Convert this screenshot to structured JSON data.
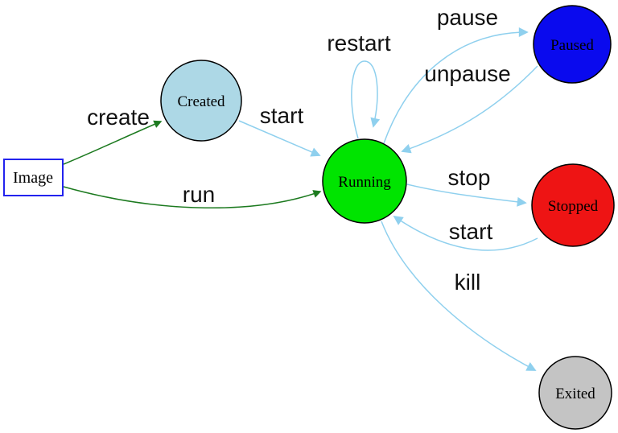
{
  "colors": {
    "background": "#ffffff",
    "edge_blue": "#8fd0ee",
    "edge_green": "#1c7a1f",
    "image_border": "#2323ee",
    "created_fill": "#add8e6",
    "running_fill": "#00e400",
    "paused_fill": "#0a0aee",
    "stopped_fill": "#ee1414",
    "exited_fill": "#c4c4c4",
    "node_border": "#000000"
  },
  "nodes": {
    "image": {
      "label": "Image"
    },
    "created": {
      "label": "Created"
    },
    "running": {
      "label": "Running"
    },
    "paused": {
      "label": "Paused"
    },
    "stopped": {
      "label": "Stopped"
    },
    "exited": {
      "label": "Exited"
    }
  },
  "edges": {
    "create": {
      "label": "create",
      "from": "Image",
      "to": "Created"
    },
    "run": {
      "label": "run",
      "from": "Image",
      "to": "Running"
    },
    "start_created_running": {
      "label": "start",
      "from": "Created",
      "to": "Running"
    },
    "restart": {
      "label": "restart",
      "from": "Running",
      "to": "Running"
    },
    "pause": {
      "label": "pause",
      "from": "Running",
      "to": "Paused"
    },
    "unpause": {
      "label": "unpause",
      "from": "Paused",
      "to": "Running"
    },
    "stop": {
      "label": "stop",
      "from": "Running",
      "to": "Stopped"
    },
    "start_stopped_running": {
      "label": "start",
      "from": "Stopped",
      "to": "Running"
    },
    "kill": {
      "label": "kill",
      "from": "Running",
      "to": "Exited"
    }
  }
}
